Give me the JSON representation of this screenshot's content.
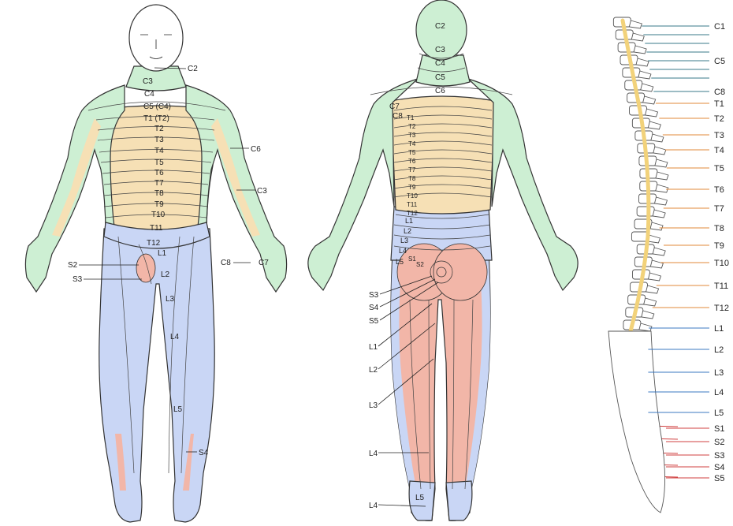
{
  "colors": {
    "cervical": "#cdefd3",
    "thoracic": "#f6e0b5",
    "lumbar": "#c9d6f5",
    "sacral": "#f2b6a8",
    "cord": "#f2d27a"
  },
  "front_view": {
    "labels": {
      "c2": "C2",
      "c3": "C3",
      "c4": "C4",
      "c5": "C5 (C4)",
      "t1": "T1 (T2)",
      "t2": "T2",
      "t3": "T3",
      "t4": "T4",
      "t5": "T5",
      "t6": "T6",
      "t7": "T7",
      "t8": "T8",
      "t9": "T9",
      "t10": "T10",
      "t11": "T11",
      "t12": "T12",
      "l1": "L1",
      "l2": "L2",
      "l3": "L3",
      "l4": "L4",
      "l5": "L5",
      "s2": "S2",
      "s3": "S3",
      "s4": "S4",
      "c6": "C6",
      "c3_arm": "C3",
      "c7": "C7",
      "c8": "C8"
    }
  },
  "back_view": {
    "labels": {
      "c2": "C2",
      "c3": "C3",
      "c4": "C4",
      "c5": "C5",
      "c6": "C6",
      "c7": "C7",
      "c8": "C8",
      "thoracic": [
        "T1",
        "T2",
        "T3",
        "T4",
        "T5",
        "T6",
        "T7",
        "T8",
        "T9",
        "T10",
        "T11",
        "T12"
      ],
      "l1": "L1",
      "l2": "L2",
      "l3": "L3",
      "l4": "L4",
      "l5": "L5",
      "s1": "S1",
      "s2": "S2",
      "s3": "S3",
      "s4": "S4",
      "s5": "S5",
      "l1_leg": "L1",
      "l2_leg": "L2",
      "l3_leg": "L3",
      "l4_leg": "L4",
      "l4_foot": "L4",
      "l5_foot": "L5"
    }
  },
  "spine_view": {
    "cervical": [
      "C1",
      "C5",
      "C8"
    ],
    "thoracic": [
      "T1",
      "T2",
      "T3",
      "T4",
      "T5",
      "T6",
      "T7",
      "T8",
      "T9",
      "T10",
      "T11",
      "T12"
    ],
    "lumbar": [
      "L1",
      "L2",
      "L3",
      "L4",
      "L5"
    ],
    "sacral": [
      "S1",
      "S2",
      "S3",
      "S4",
      "S5"
    ]
  }
}
